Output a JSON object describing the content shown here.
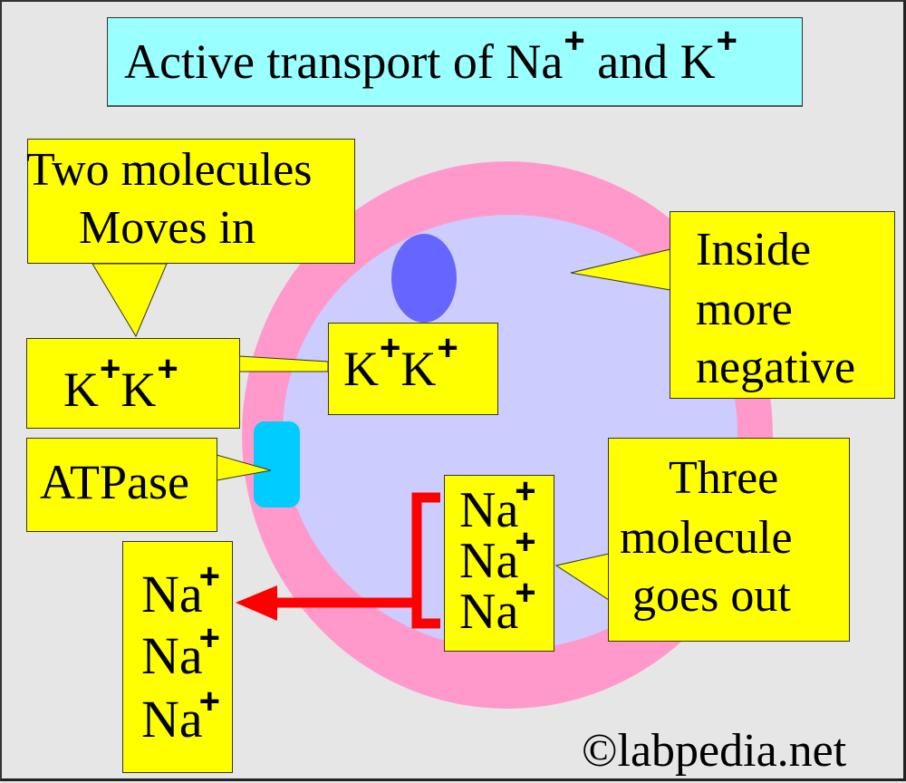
{
  "title": {
    "text": "Active transport of Na",
    "sup1": "+",
    "mid": " and K",
    "sup2": "+"
  },
  "callouts": {
    "two_molecules": {
      "line1": "Two molecules",
      "line2": "Moves in"
    },
    "inside": {
      "line1": "Inside",
      "line2": "more",
      "line3": "negative"
    },
    "three_molecules": {
      "line1": "Three",
      "line2": "molecule",
      "line3": "goes out"
    },
    "atpase": {
      "label": "ATPase"
    }
  },
  "ions": {
    "k_outside": [
      {
        "symbol": "K",
        "charge": "+"
      },
      {
        "symbol": "K",
        "charge": "+"
      }
    ],
    "k_inside": [
      {
        "symbol": "K",
        "charge": "+"
      },
      {
        "symbol": "K",
        "charge": "+"
      }
    ],
    "na_inside": [
      {
        "symbol": "Na",
        "charge": "+"
      },
      {
        "symbol": "Na",
        "charge": "+"
      },
      {
        "symbol": "Na",
        "charge": "+"
      }
    ],
    "na_outside": [
      {
        "symbol": "Na",
        "charge": "+"
      },
      {
        "symbol": "Na",
        "charge": "+"
      },
      {
        "symbol": "Na",
        "charge": "+"
      }
    ]
  },
  "watermark": "©labpedia.net",
  "colors": {
    "background": "#e6e6e6",
    "title_bg": "#99ffff",
    "callout_bg": "#ffff00",
    "membrane": "#ff99cc",
    "cytoplasm": "#ccccff",
    "nucleus": "#6666ff",
    "atpase": "#00ccff",
    "arrow": "#ff0000"
  }
}
